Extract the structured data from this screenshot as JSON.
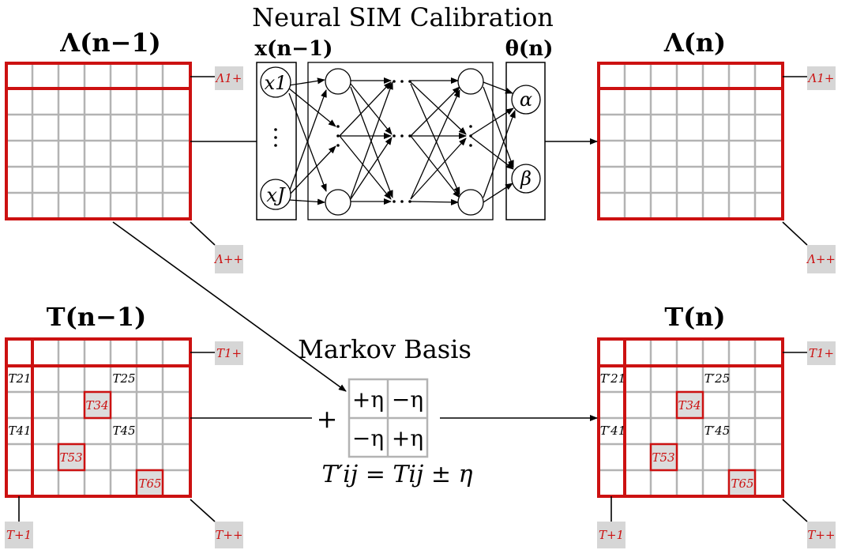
{
  "title": "Neural SIM Calibration",
  "labels": {
    "lambda_prev": "Λ(n−1)",
    "lambda_next": "Λ(n)",
    "t_prev": "T(n−1)",
    "t_next": "T(n)",
    "x_input": "x(n−1)",
    "theta_output": "θ(n)",
    "x1": "x1",
    "xJ": "xJ",
    "alpha": "α",
    "beta": "β",
    "markov": "Markov Basis",
    "plus": "+",
    "formula": "T′ij = Tij ± η"
  },
  "markov_matrix": [
    "+η",
    "−η",
    "−η",
    "+η"
  ],
  "margin_tags": {
    "lambda_row": "Λ1+",
    "lambda_total": "Λ++",
    "t_row": "T1+",
    "t_col": "T+1",
    "t_total": "T++"
  },
  "t_prev_cells": [
    "T21",
    "T25",
    "T34",
    "T41",
    "T45",
    "T53",
    "T65"
  ],
  "t_next_cells": [
    "T′21",
    "T′25",
    "T34",
    "T′41",
    "T′45",
    "T53",
    "T65"
  ],
  "colors": {
    "accent_red": "#cc1111",
    "grid_gray": "#b3b3b3",
    "tag_gray": "#d6d6d6"
  }
}
